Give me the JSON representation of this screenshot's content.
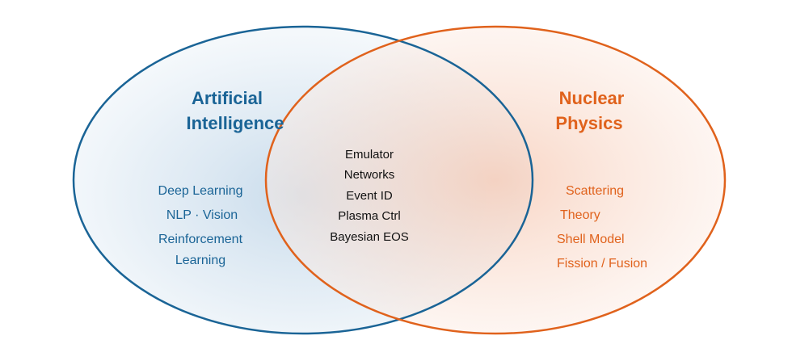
{
  "colors": {
    "ai": "#1a6496",
    "nuclear": "#e0621c",
    "center_text": "#111111"
  },
  "ai": {
    "title_line1": "Artificial",
    "title_line2": "Intelligence",
    "items": [
      "Deep Learning",
      "NLP · Vision",
      "Reinforcement",
      "Learning"
    ]
  },
  "nuclear": {
    "title_line1": "Nuclear",
    "title_line2": "Physics",
    "items": [
      "Scattering",
      "Theory",
      "Shell Model",
      "Fission / Fusion"
    ]
  },
  "overlap": {
    "items": [
      "Emulator",
      "Networks",
      "Event ID",
      "Plasma Ctrl",
      "Bayesian EOS"
    ]
  }
}
